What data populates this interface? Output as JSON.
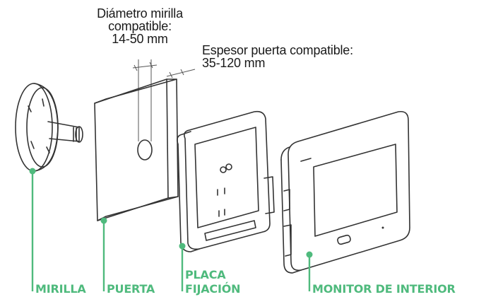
{
  "annotations": {
    "diameter": [
      "Diámetro mirilla",
      "compatible:",
      "14-50 mm"
    ],
    "thickness": [
      "Espesor puerta compatible:",
      "35-120 mm"
    ]
  },
  "labels": {
    "mirilla": "MIRILLA",
    "puerta": "PUERTA",
    "placa": [
      "PLACA",
      "FIJACIÓN"
    ],
    "monitor": "MONITOR DE INTERIOR"
  },
  "colors": {
    "accent": "#4fba7d",
    "ink": "#333333",
    "text": "#1a1a1a"
  }
}
